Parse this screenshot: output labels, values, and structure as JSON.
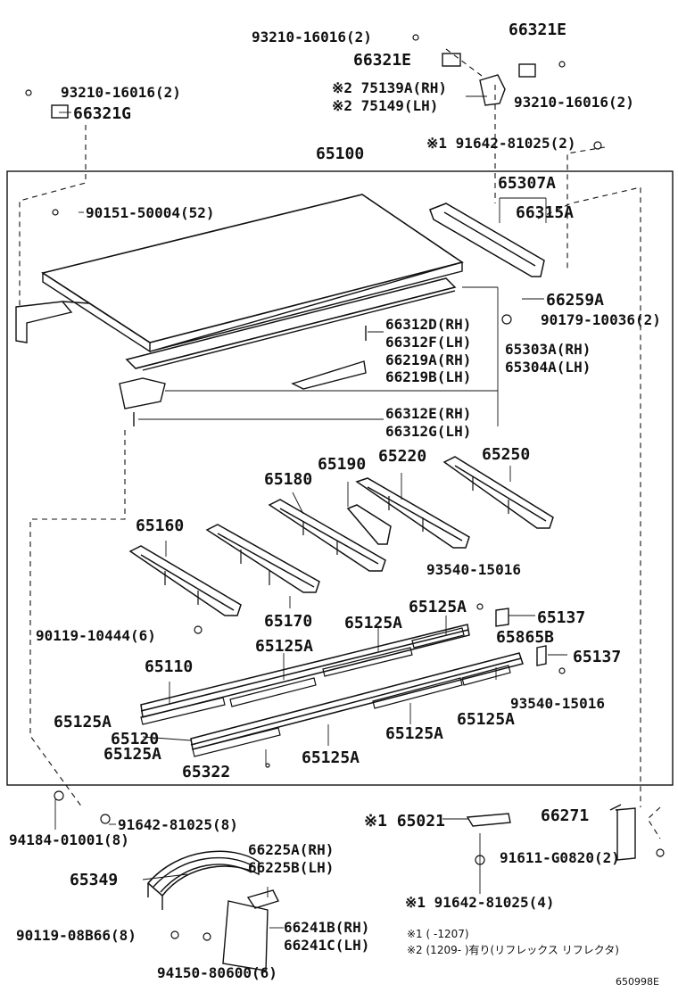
{
  "labels": {
    "p93210_16016_top": "93210-16016(2)",
    "p66321E_top": "66321E",
    "p66321E_mid": "66321E",
    "p75139A": "※2 75139A(RH)",
    "p75149": "※2 75149(LH)",
    "p93210_16016_right": "93210-16016(2)",
    "p93210_16016_left": "93210-16016(2)",
    "p66321G": "66321G",
    "p91642_81025_2": "※1 91642-81025(2)",
    "p65100": "65100",
    "p65307A": "65307A",
    "p66315A": "66315A",
    "p90151_50004": "90151-50004(52)",
    "p66259A": "66259A",
    "p90179_10036": "90179-10036(2)",
    "p66312D": "66312D(RH)",
    "p66312F": "66312F(LH)",
    "p65303A": "65303A(RH)",
    "p65304A": "65304A(LH)",
    "p66219A": "66219A(RH)",
    "p66219B": "66219B(LH)",
    "p66312E": "66312E(RH)",
    "p66312G": "66312G(LH)",
    "p65190": "65190",
    "p65220": "65220",
    "p65250": "65250",
    "p65180": "65180",
    "p65160": "65160",
    "p93540_15016_a": "93540-15016",
    "p65125A_1": "65125A",
    "p65137_1": "65137",
    "p90119_10444": "90119-10444(6)",
    "p65170": "65170",
    "p65125A_2": "65125A",
    "p65865B": "65865B",
    "p65125A_3": "65125A",
    "p65137_2": "65137",
    "p65110": "65110",
    "p93540_15016_b": "93540-15016",
    "p65125A_4": "65125A",
    "p65125A_5": "65125A",
    "p65125A_6": "65125A",
    "p65120": "65120",
    "p65125A_7": "65125A",
    "p65125A_8": "65125A",
    "p65322": "65322",
    "p66271": "66271",
    "p94184_01001": "94184-01001(8)",
    "p91642_81025_8": "91642-81025(8)",
    "p65021": "※1 65021",
    "p91611_G0820": "91611-G0820(2)",
    "p66225A": "66225A(RH)",
    "p66225B": "66225B(LH)",
    "p65349": "65349",
    "p91642_81025_4": "※1 91642-81025(4)",
    "p90119_08B66": "90119-08B66(8)",
    "p66241B": "66241B(RH)",
    "p66241C": "66241C(LH)",
    "p94150_80600": "94150-80600(6)"
  },
  "footnotes": {
    "note1": "※1 (      -1207)",
    "note2": "※2 (1209-       )有り(リフレックス リフレクタ)"
  },
  "diagram_id": "650998E"
}
